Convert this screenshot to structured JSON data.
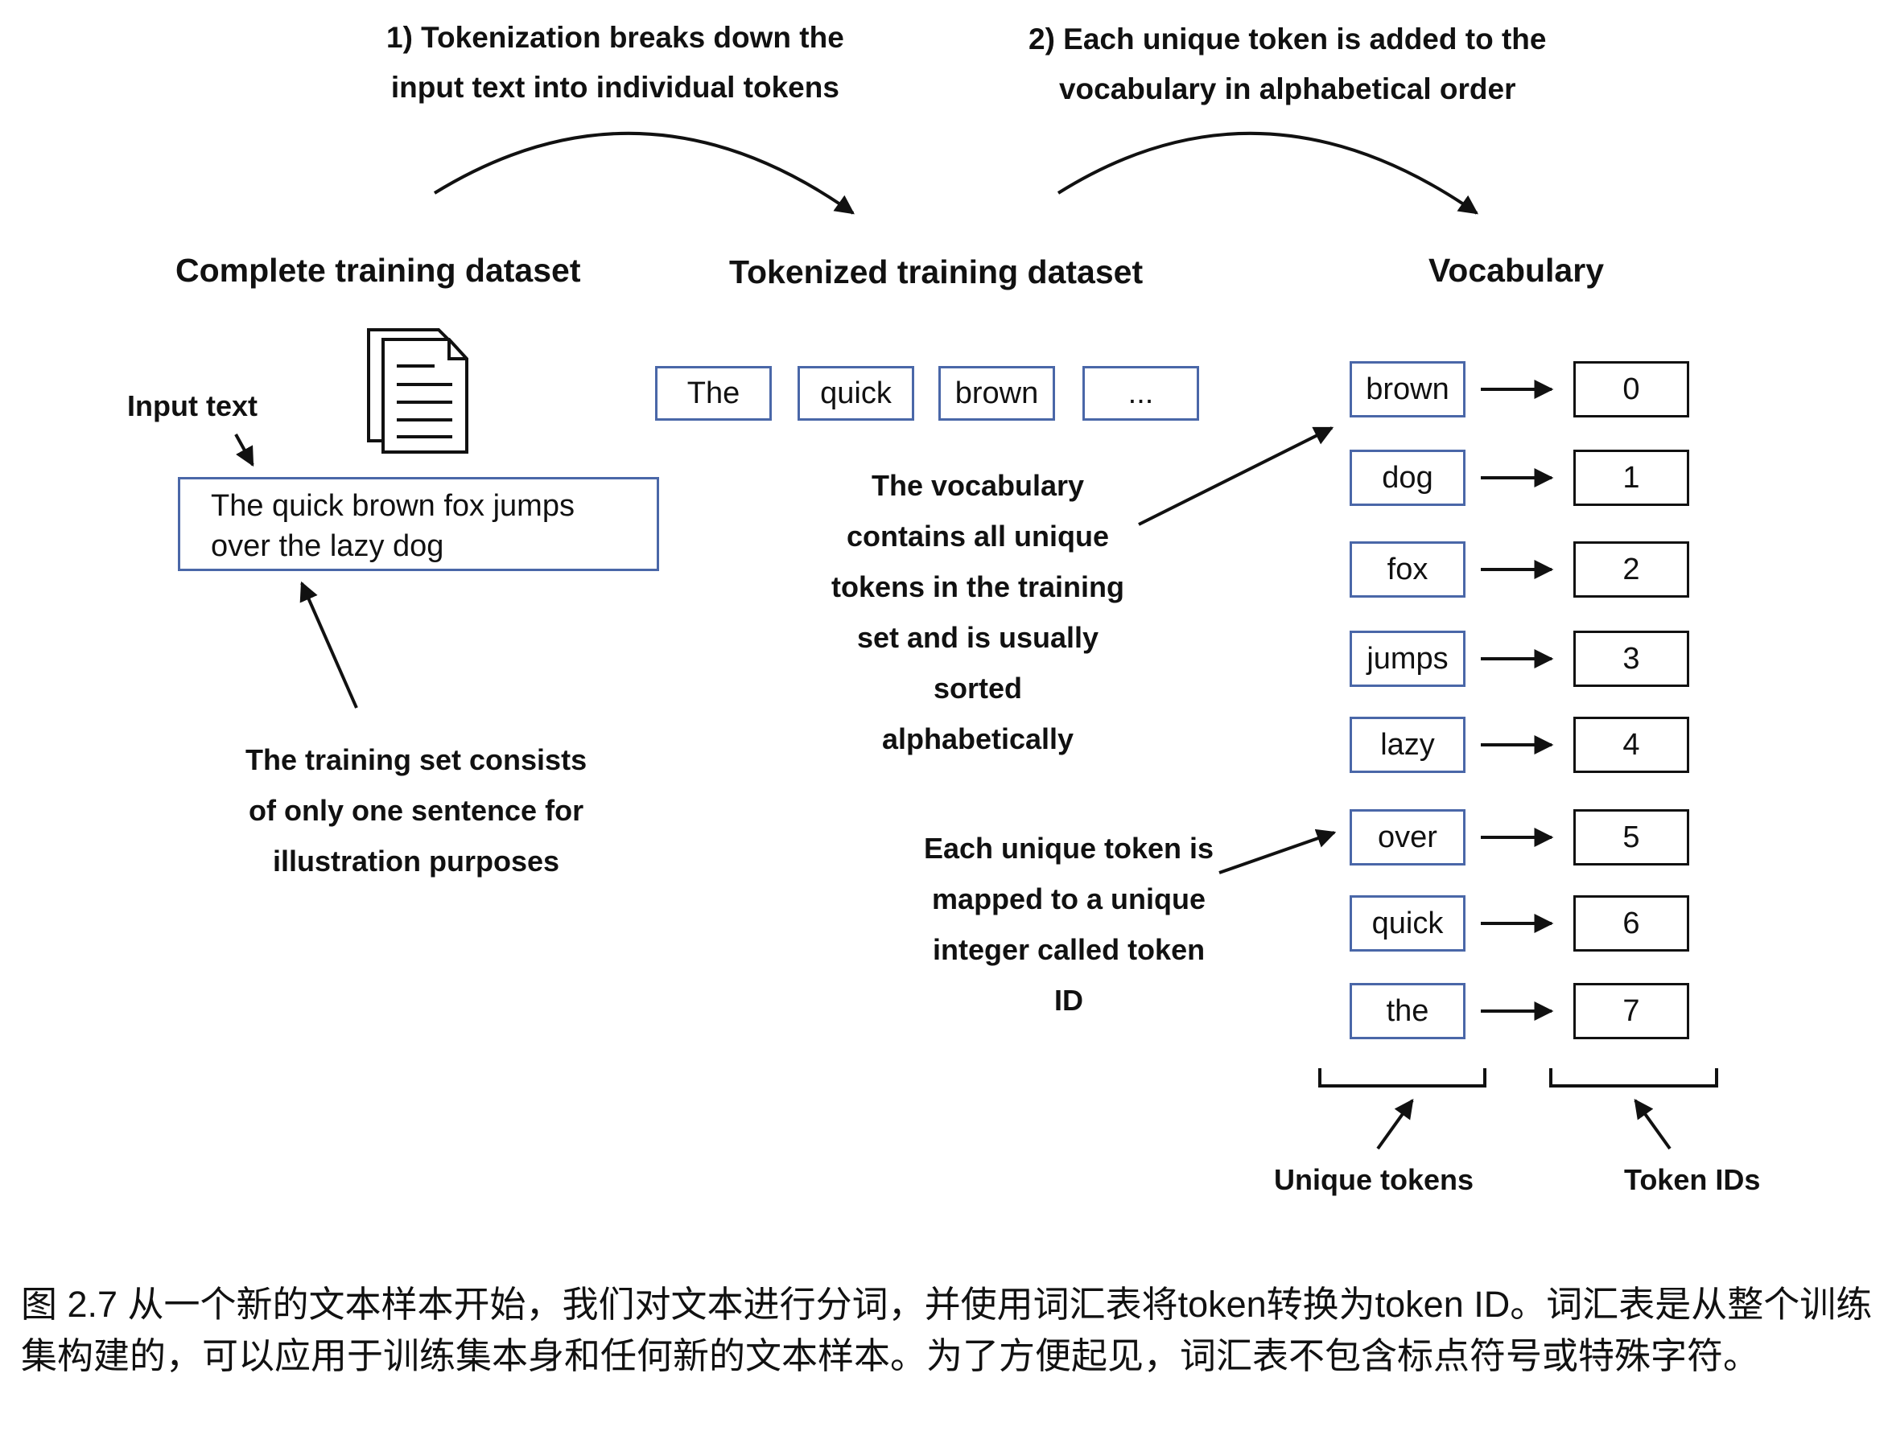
{
  "annotations": {
    "step1": [
      "1) Tokenization breaks down the",
      "input text into individual tokens"
    ],
    "step2": [
      "2) Each unique token is added to the",
      "vocabulary in alphabetical order"
    ],
    "input_text_label": "Input text",
    "training_set_note": [
      "The training set consists",
      "of only one sentence for",
      "illustration purposes"
    ],
    "vocab_note": [
      "The vocabulary",
      "contains all unique",
      "tokens in the training",
      "set and is usually",
      "sorted",
      "alphabetically"
    ],
    "mapping_note": [
      "Each unique token is",
      "mapped to a unique",
      "integer called token",
      "ID"
    ],
    "unique_tokens_label": "Unique tokens",
    "token_ids_label": "Token IDs"
  },
  "headings": {
    "complete": "Complete training dataset",
    "tokenized": "Tokenized training dataset",
    "vocabulary": "Vocabulary"
  },
  "input_text": [
    "The quick brown fox jumps",
    "over the lazy dog"
  ],
  "tokens": [
    "The",
    "quick",
    "brown",
    "..."
  ],
  "vocabulary": [
    {
      "token": "brown",
      "id": "0"
    },
    {
      "token": "dog",
      "id": "1"
    },
    {
      "token": "fox",
      "id": "2"
    },
    {
      "token": "jumps",
      "id": "3"
    },
    {
      "token": "lazy",
      "id": "4"
    },
    {
      "token": "over",
      "id": "5"
    },
    {
      "token": "quick",
      "id": "6"
    },
    {
      "token": "the",
      "id": "7"
    }
  ],
  "caption": "图 2.7 从一个新的文本样本开始，我们对文本进行分词，并使用词汇表将token转换为token ID。词汇表是从整个训练集构建的，可以应用于训练集本身和任何新的文本样本。为了方便起见，词汇表不包含标点符号或特殊字符。",
  "colors": {
    "box_border": "#4a67a8",
    "id_border": "#111111"
  },
  "icons": [
    "document-icon"
  ]
}
